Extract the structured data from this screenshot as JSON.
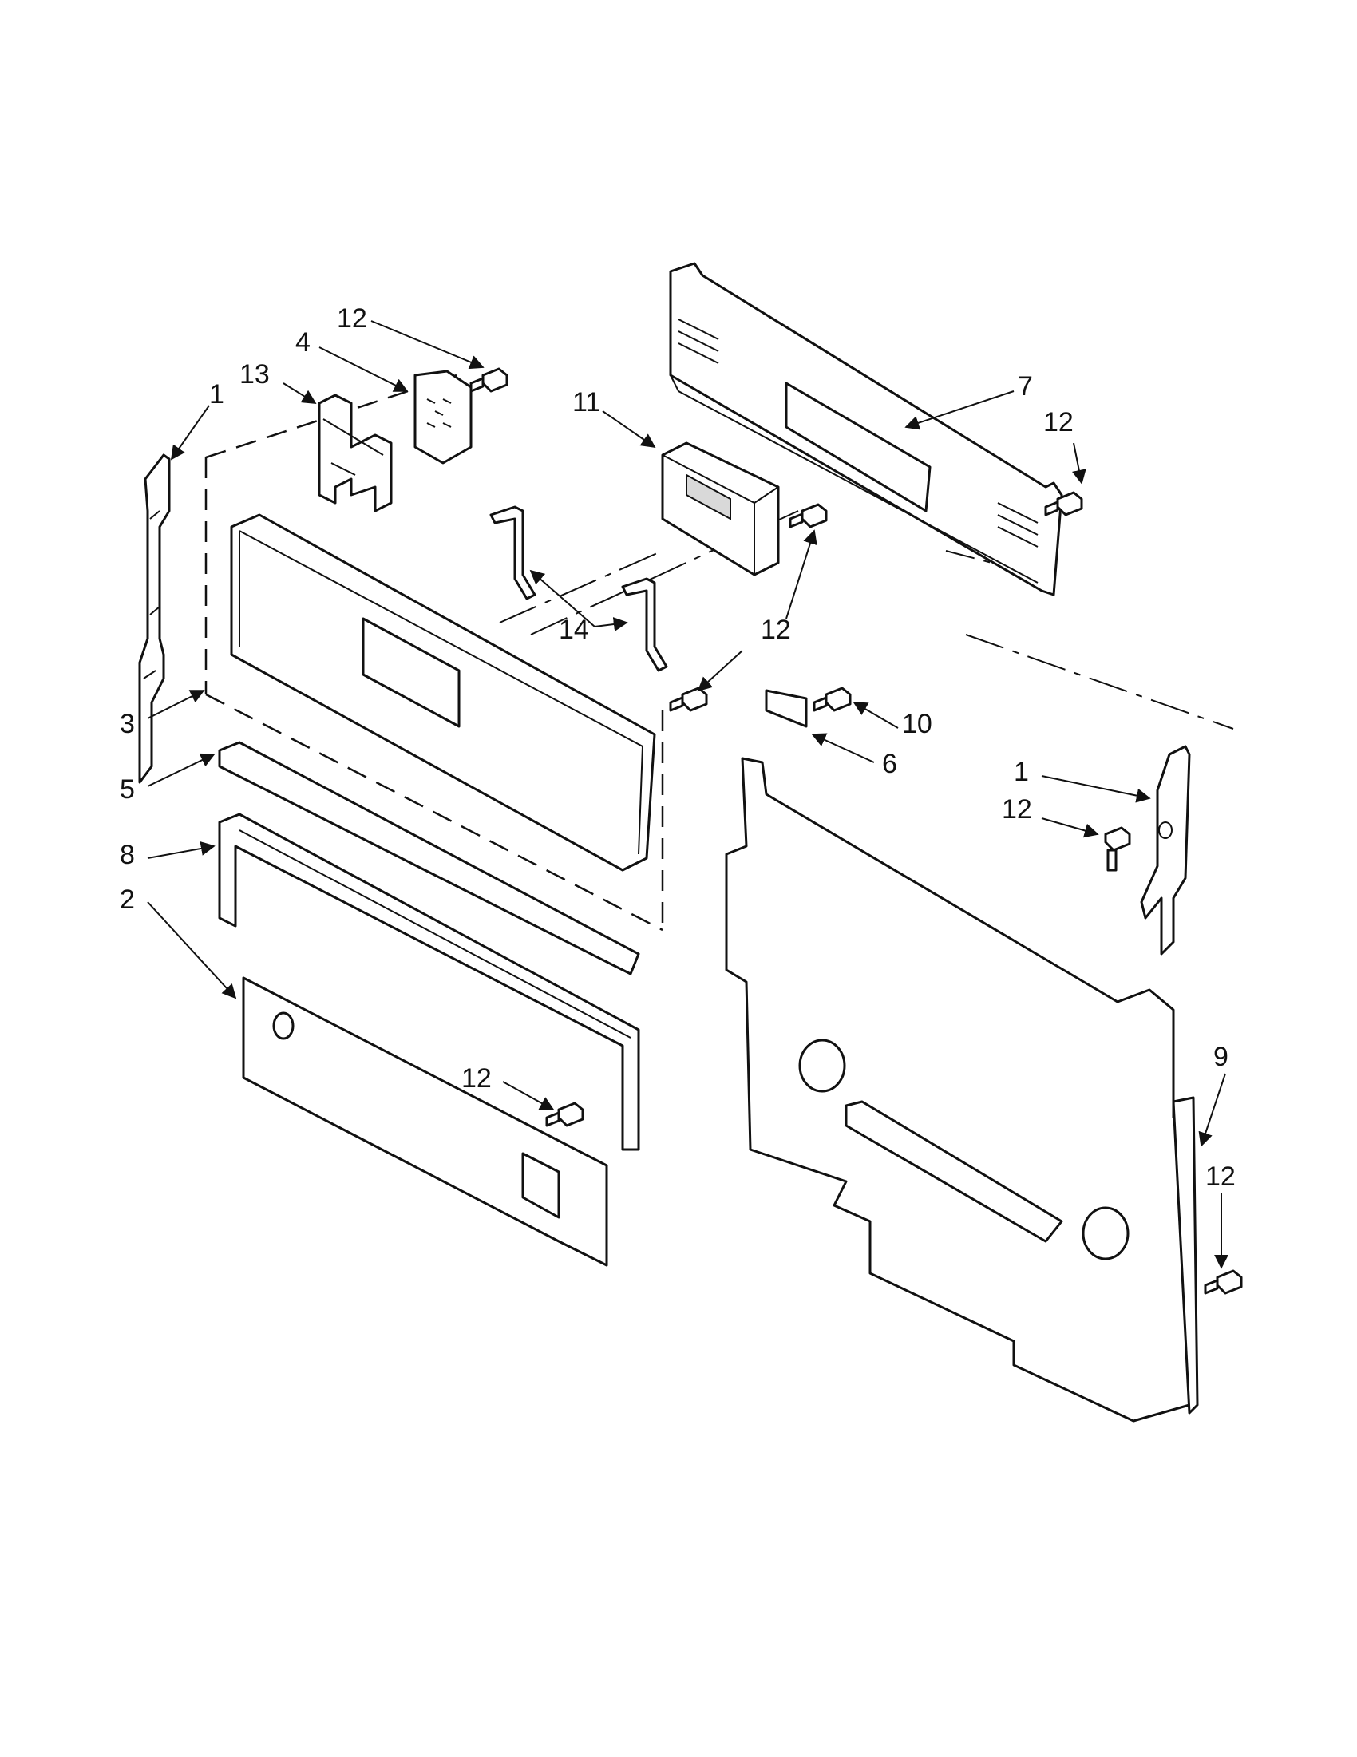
{
  "diagram": {
    "callouts": [
      {
        "id": "c12a",
        "label": "12"
      },
      {
        "id": "c4",
        "label": "4"
      },
      {
        "id": "c13",
        "label": "13"
      },
      {
        "id": "c1a",
        "label": "1"
      },
      {
        "id": "c11",
        "label": "11"
      },
      {
        "id": "c7",
        "label": "7"
      },
      {
        "id": "c12b",
        "label": "12"
      },
      {
        "id": "c14",
        "label": "14"
      },
      {
        "id": "c12c",
        "label": "12"
      },
      {
        "id": "c3",
        "label": "3"
      },
      {
        "id": "c10",
        "label": "10"
      },
      {
        "id": "c6",
        "label": "6"
      },
      {
        "id": "c5",
        "label": "5"
      },
      {
        "id": "c1b",
        "label": "1"
      },
      {
        "id": "c12d",
        "label": "12"
      },
      {
        "id": "c8",
        "label": "8"
      },
      {
        "id": "c2",
        "label": "2"
      },
      {
        "id": "c9",
        "label": "9"
      },
      {
        "id": "c12e",
        "label": "12"
      },
      {
        "id": "c12f",
        "label": "12"
      }
    ]
  }
}
